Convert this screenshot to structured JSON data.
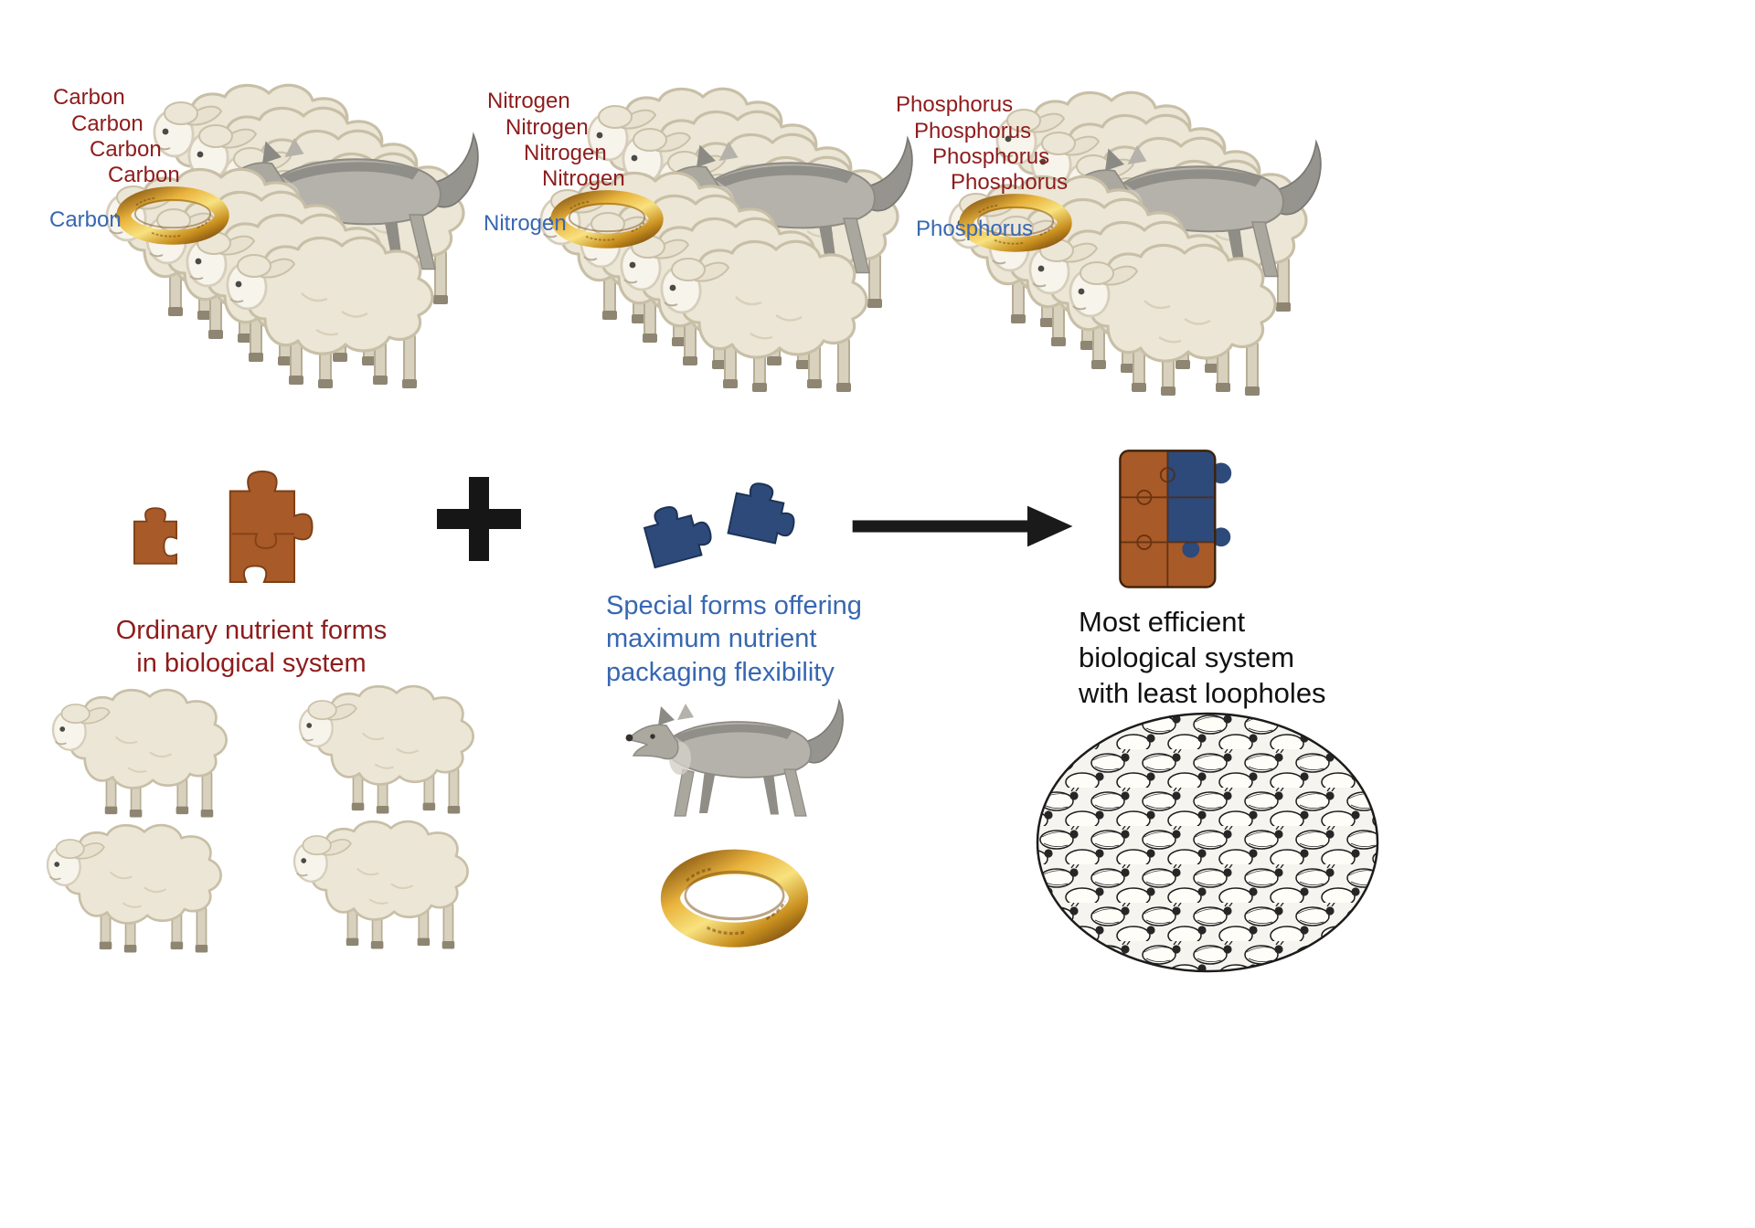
{
  "flocks": [
    {
      "id": "carbon",
      "red_labels": [
        "Carbon",
        "Carbon",
        "Carbon",
        "Carbon"
      ],
      "blue_label": "Carbon"
    },
    {
      "id": "nitrogen",
      "red_labels": [
        "Nitrogen",
        "Nitrogen",
        "Nitrogen",
        "Nitrogen"
      ],
      "blue_label": "Nitrogen"
    },
    {
      "id": "phosphorus",
      "red_labels": [
        "Phosphorus",
        "Phosphorus",
        "Phosphorus",
        "Phosphorus"
      ],
      "blue_label": "Phosphorus"
    }
  ],
  "equation": {
    "operator_plus": "+",
    "ordinary_caption": [
      "Ordinary nutrient forms",
      "in biological system"
    ],
    "special_caption": [
      "Special forms offering",
      "maximum nutrient",
      "packaging flexibility"
    ],
    "result_caption": [
      "Most efficient",
      "biological system",
      "with least loopholes"
    ]
  },
  "colors": {
    "label_red": "#8e1c1c",
    "label_blue": "#3767b1",
    "puzzle_brown": "#a85a28",
    "puzzle_navy": "#2d4a7a",
    "arrow_black": "#1a1a1a"
  }
}
